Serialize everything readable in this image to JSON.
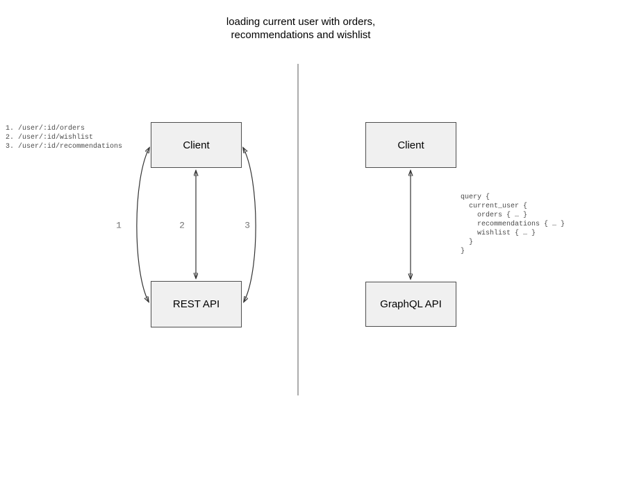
{
  "title": {
    "text": "loading current user with orders,\nrecommendations and wishlist"
  },
  "rest_panel": {
    "client_label": "Client",
    "api_label": "REST API",
    "endpoints": "1. /user/:id/orders\n2. /user/:id/wishlist\n3. /user/:id/recommendations",
    "arrow_labels": [
      "1",
      "2",
      "3"
    ]
  },
  "graphql_panel": {
    "client_label": "Client",
    "api_label": "GraphQL API",
    "query": "query {\n  current_user {\n    orders { … }\n    recommendations { … }\n    wishlist { … }\n  }\n}"
  },
  "colors": {
    "box_fill": "#f0f0f0",
    "box_border": "#4d4d4d",
    "arrow": "#333333",
    "label_gray": "#737373",
    "divider": "#808080",
    "background": "#ffffff"
  }
}
